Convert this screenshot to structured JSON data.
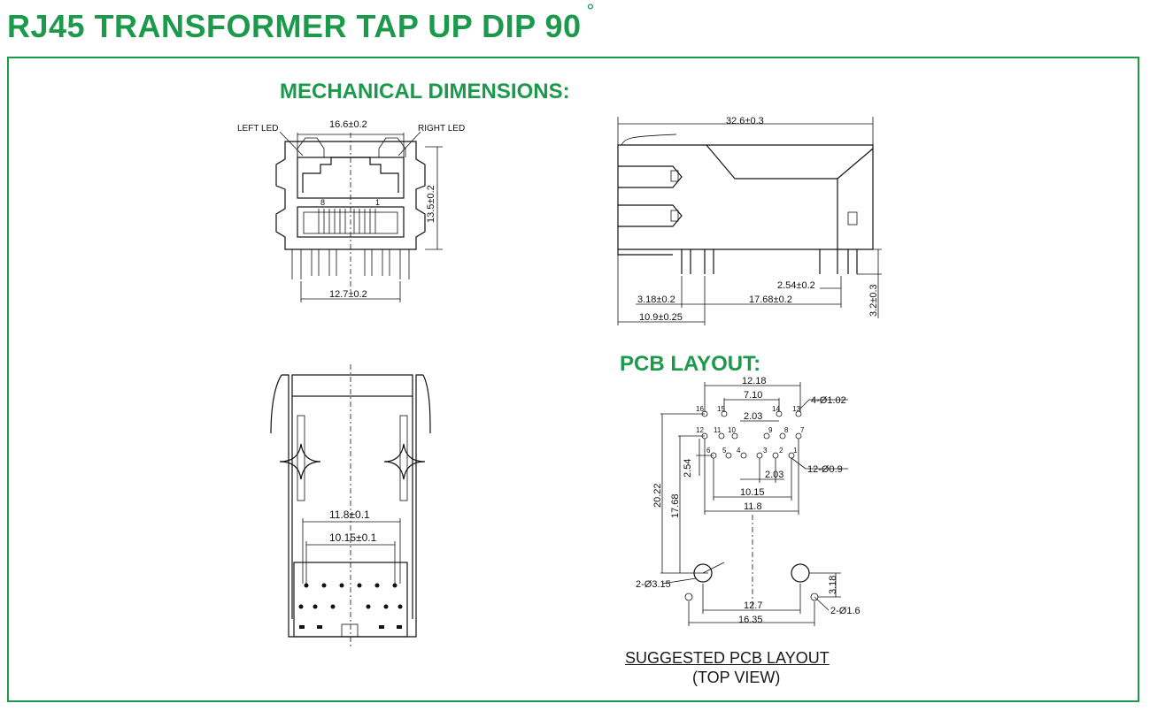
{
  "title": "RJ45 TRANSFORMER TAP UP DIP 90",
  "title_symbol": "°",
  "sections": {
    "mechanical": "MECHANICAL DIMENSIONS:",
    "pcb": "PCB LAYOUT:"
  },
  "front_view": {
    "left_led": "LEFT LED",
    "right_led": "RIGHT LED",
    "width_top": "16.6±0.2",
    "height": "13.5±0.2",
    "width_bottom": "12.7±0.2",
    "pin8": "8",
    "pin1": "1"
  },
  "side_view": {
    "length": "32.6±0.3",
    "pitch": "2.54±0.2",
    "tail": "3.2±0.3",
    "peg_offset": "3.18±0.2",
    "row_span": "17.68±0.2",
    "depth": "10.9±0.25"
  },
  "bottom_view": {
    "outer": "11.8±0.1",
    "inner": "10.15±0.1"
  },
  "pcb_layout": {
    "d1": "12.18",
    "d2": "7.10",
    "d3": "2.03",
    "d4": "4-Ø1.02",
    "d5": "12-Ø0.9",
    "d6": "2.54",
    "d7": "2.03",
    "d8": "10.15",
    "d9": "11.8",
    "d10": "20.22",
    "d11": "17.68",
    "d12": "2-Ø3.15",
    "d13": "3.18",
    "d14": "12.7",
    "d15": "2-Ø1.6",
    "d16": "16.35",
    "pins_top": [
      "16",
      "15",
      "14",
      "13"
    ],
    "pins_mid": [
      "12",
      "11",
      "10",
      "9",
      "8",
      "7"
    ],
    "pins_bot": [
      "6",
      "5",
      "4",
      "3",
      "2",
      "1"
    ]
  },
  "caption": {
    "line1": "SUGGESTED PCB LAYOUT",
    "line2": "(TOP VIEW)"
  },
  "colors": {
    "accent": "#1a9a4a",
    "ink": "#111111"
  }
}
